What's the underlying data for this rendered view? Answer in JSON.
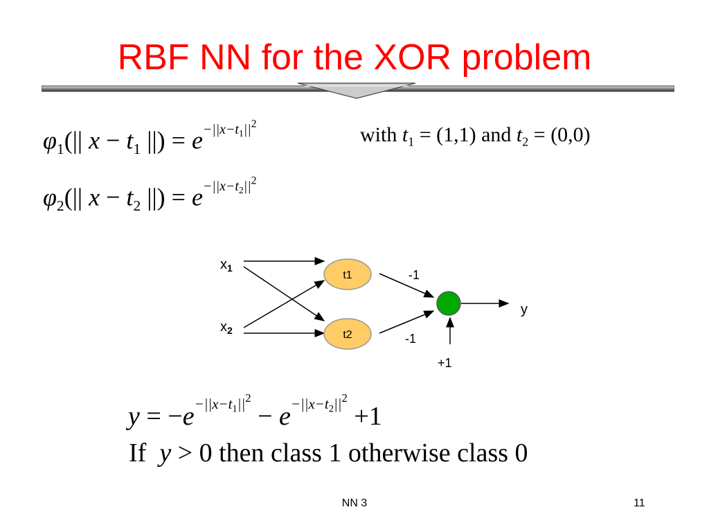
{
  "slide": {
    "title": "RBF NN for the XOR problem",
    "accent_color": "#ff0000",
    "footer_center": "NN 3",
    "page_number": "11"
  },
  "equations": {
    "phi1": {
      "fn": "φ",
      "idx": "1",
      "center": "t",
      "cidx": "1"
    },
    "phi2": {
      "fn": "φ",
      "idx": "2",
      "center": "t",
      "cidx": "2"
    },
    "with_text": "with",
    "and_text": "and",
    "t1_value": "(1,1)",
    "t2_value": "(0,0)",
    "output_const": "+1",
    "if_text": "If",
    "condition": "y > 0",
    "then_text": "then class 1 otherwise class 0"
  },
  "diagram": {
    "inputs": [
      "x1",
      "x2"
    ],
    "hidden": [
      "t1",
      "t2"
    ],
    "weights": [
      "-1",
      "-1"
    ],
    "bias": "+1",
    "output": "y",
    "hidden_color": "#ffcc66",
    "output_color": "#00aa00"
  }
}
